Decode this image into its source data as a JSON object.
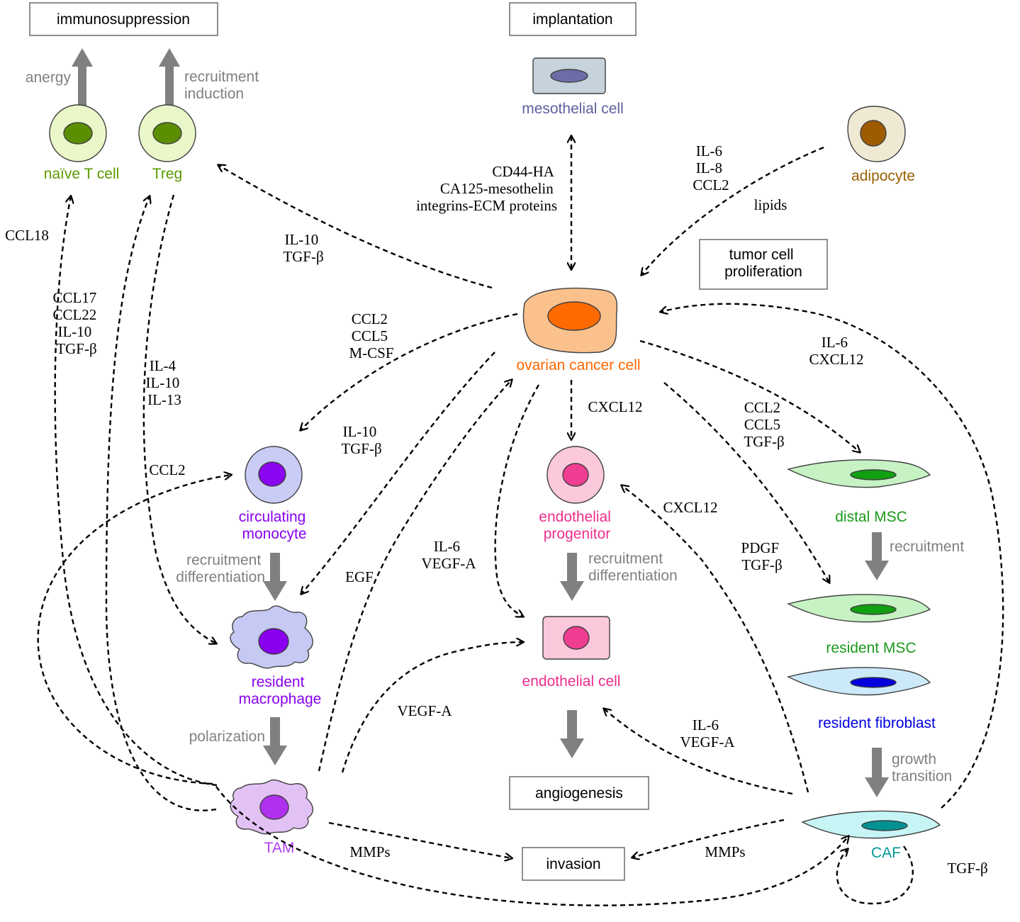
{
  "outcomes": {
    "immunosuppression": "immunosuppression",
    "implantation": "implantation",
    "tumor_cell_proliferation": [
      "tumor cell",
      "proliferation"
    ],
    "angiogenesis": "angiogenesis",
    "invasion": "invasion"
  },
  "cells": {
    "naive_t_cell": "naïve T cell",
    "treg": "Treg",
    "mesothelial_cell": "mesothelial cell",
    "adipocyte": "adipocyte",
    "ovarian_cancer_cell": "ovarian cancer cell",
    "circulating_monocyte": [
      "circulating",
      "monocyte"
    ],
    "endothelial_progenitor": [
      "endothelial",
      "progenitor"
    ],
    "distal_msc": "distal MSC",
    "resident_msc": "resident MSC",
    "resident_fibroblast": "resident fibroblast",
    "resident_macrophage": [
      "resident",
      "macrophage"
    ],
    "endothelial_cell": "endothelial cell",
    "tam": "TAM",
    "caf": "CAF"
  },
  "processes": {
    "anergy": "anergy",
    "recruitment_induction": [
      "recruitment",
      "induction"
    ],
    "monocyte_recruitment_differentiation": [
      "recruitment",
      "differentiation"
    ],
    "progenitor_recruitment_differentiation": [
      "recruitment",
      "differentiation"
    ],
    "msc_recruitment": "recruitment",
    "polarization": "polarization",
    "growth_transition": [
      "growth",
      "transition"
    ]
  },
  "signals": {
    "adhesion": [
      "CD44-HA",
      "CA125-mesothelin",
      "integrins-ECM proteins"
    ],
    "adipocyte_cytokines": [
      "IL-6",
      "IL-8",
      "CCL2"
    ],
    "lipids": "lipids",
    "cancer_to_treg": [
      "IL-10",
      "TGF-β"
    ],
    "ccl18": "CCL18",
    "tam_to_treg": [
      "CCL17",
      "CCL22",
      "IL-10",
      "TGF-β"
    ],
    "treg_to_macrophage": [
      "IL-4",
      "IL-10",
      "IL-13"
    ],
    "cancer_to_monocyte": [
      "CCL2",
      "CCL5",
      "M-CSF"
    ],
    "cancer_to_macrophage": [
      "IL-10",
      "TGF-β"
    ],
    "cxcl12_cancer_to_progenitor": "CXCL12",
    "caf_to_cancer": [
      "IL-6",
      "CXCL12"
    ],
    "cancer_to_distal_msc": [
      "CCL2",
      "CCL5",
      "TGF-β"
    ],
    "ccl2_monocyte": "CCL2",
    "cxcl12_caf_to_progenitor": "CXCL12",
    "cancer_to_resident_msc": [
      "PDGF",
      "TGF-β"
    ],
    "egf": "EGF",
    "cancer_to_endothelial": [
      "IL-6",
      "VEGF-A"
    ],
    "tam_to_endothelial": "VEGF-A",
    "caf_to_endothelial": [
      "IL-6",
      "VEGF-A"
    ],
    "mmps_tam": "MMPs",
    "mmps_caf": "MMPs",
    "tgfb_caf": "TGF-β"
  },
  "colors": {
    "naive_t_cell": "#5a9a00",
    "treg": "#5a9a00",
    "mesothelial_cell": "#5f5fa0",
    "adipocyte": "#996000",
    "ovarian_cancer_cell": "#ff6600",
    "circulating_monocyte": "#8800ee",
    "endothelial_progenitor": "#ee2e8c",
    "distal_msc": "#1a9a1a",
    "resident_msc": "#1a9a1a",
    "resident_fibroblast": "#0000e0",
    "resident_macrophage": "#8800ee",
    "endothelial_cell": "#ee2e8c",
    "tam": "#b040f0",
    "caf": "#009999",
    "process_text": "#808080"
  }
}
